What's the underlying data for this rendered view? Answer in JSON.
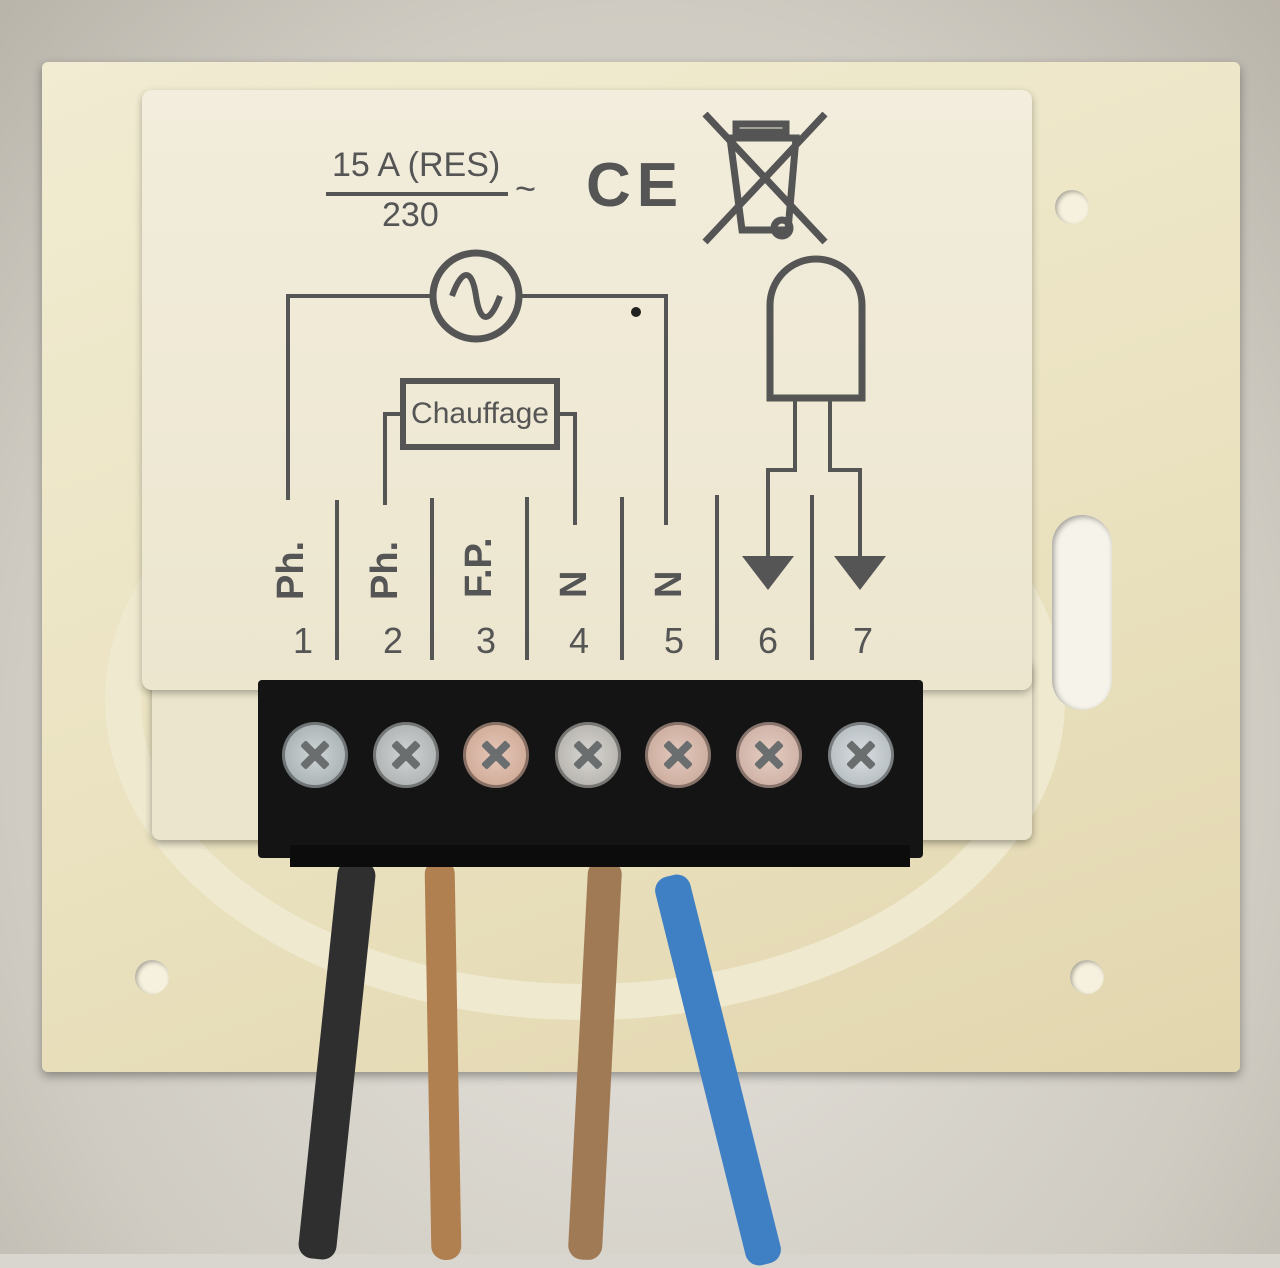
{
  "scene": {
    "description": "Electrical thermostat wiring terminal block mounted on wall plate",
    "colors": {
      "plate": "#ebe3c2",
      "module": "#f2eddc",
      "print": "#555555",
      "terminal_block": "#141414",
      "wire_black": "#2f2f2f",
      "wire_brown": "#b08050",
      "wire_blue": "#3f7fc4"
    }
  },
  "rating": {
    "current": "15 A (RES)",
    "voltage": "230",
    "ac_symbol": "~"
  },
  "marks": {
    "ce": "CE",
    "weee_icon": "crossed-out-wheelie-bin-icon"
  },
  "diagram": {
    "source_symbol": "ac-source-icon",
    "load_label": "Chauffage",
    "sensor_symbol": "sensor-probe-icon"
  },
  "terminals": [
    {
      "number": "1",
      "label": "Ph."
    },
    {
      "number": "2",
      "label": "Ph."
    },
    {
      "number": "3",
      "label": "F.P."
    },
    {
      "number": "4",
      "label": "N"
    },
    {
      "number": "5",
      "label": "N"
    },
    {
      "number": "6",
      "label": "▼"
    },
    {
      "number": "7",
      "label": "▼"
    }
  ],
  "wires": [
    {
      "color": "black",
      "terminal": "1"
    },
    {
      "color": "brown",
      "terminal": "2"
    },
    {
      "color": "brown",
      "terminal": "4"
    },
    {
      "color": "blue",
      "terminal": "5"
    }
  ]
}
